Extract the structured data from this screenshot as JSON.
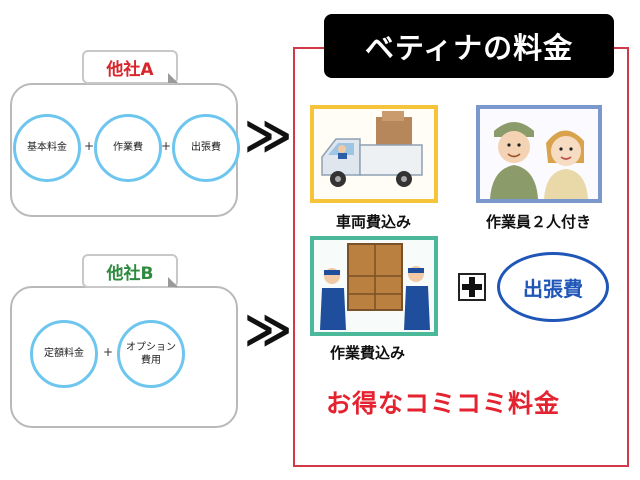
{
  "competitor_a": {
    "label": "他社A",
    "items": [
      "基本料金",
      "作業費",
      "出張費"
    ],
    "plus": [
      "+",
      "+"
    ]
  },
  "competitor_b": {
    "label": "他社B",
    "items": [
      "定額料金",
      "オプション\n費用"
    ],
    "plus": [
      "+"
    ]
  },
  "arrow": "≫",
  "bettina": {
    "title": "ベティナの料金",
    "features": [
      {
        "caption": "車両費込み",
        "icon": "truck-icon",
        "border": "#f5c43a"
      },
      {
        "caption": "作業員２人付き",
        "icon": "workers-icon",
        "border": "#7a98cc"
      },
      {
        "caption": "作業費込み",
        "icon": "movers-furniture-icon",
        "border": "#4cb89a"
      }
    ],
    "plus_symbol": "+",
    "travel_fee": "出張費",
    "slogan": "お得なコミコミ料金"
  },
  "colors": {
    "frame": "#d23a4a",
    "competitor_a_label": "#d8252b",
    "competitor_b_label": "#2d8a3e",
    "circle_border": "#6ec6ef",
    "oval": "#1f56b8",
    "slogan": "#e42230"
  }
}
